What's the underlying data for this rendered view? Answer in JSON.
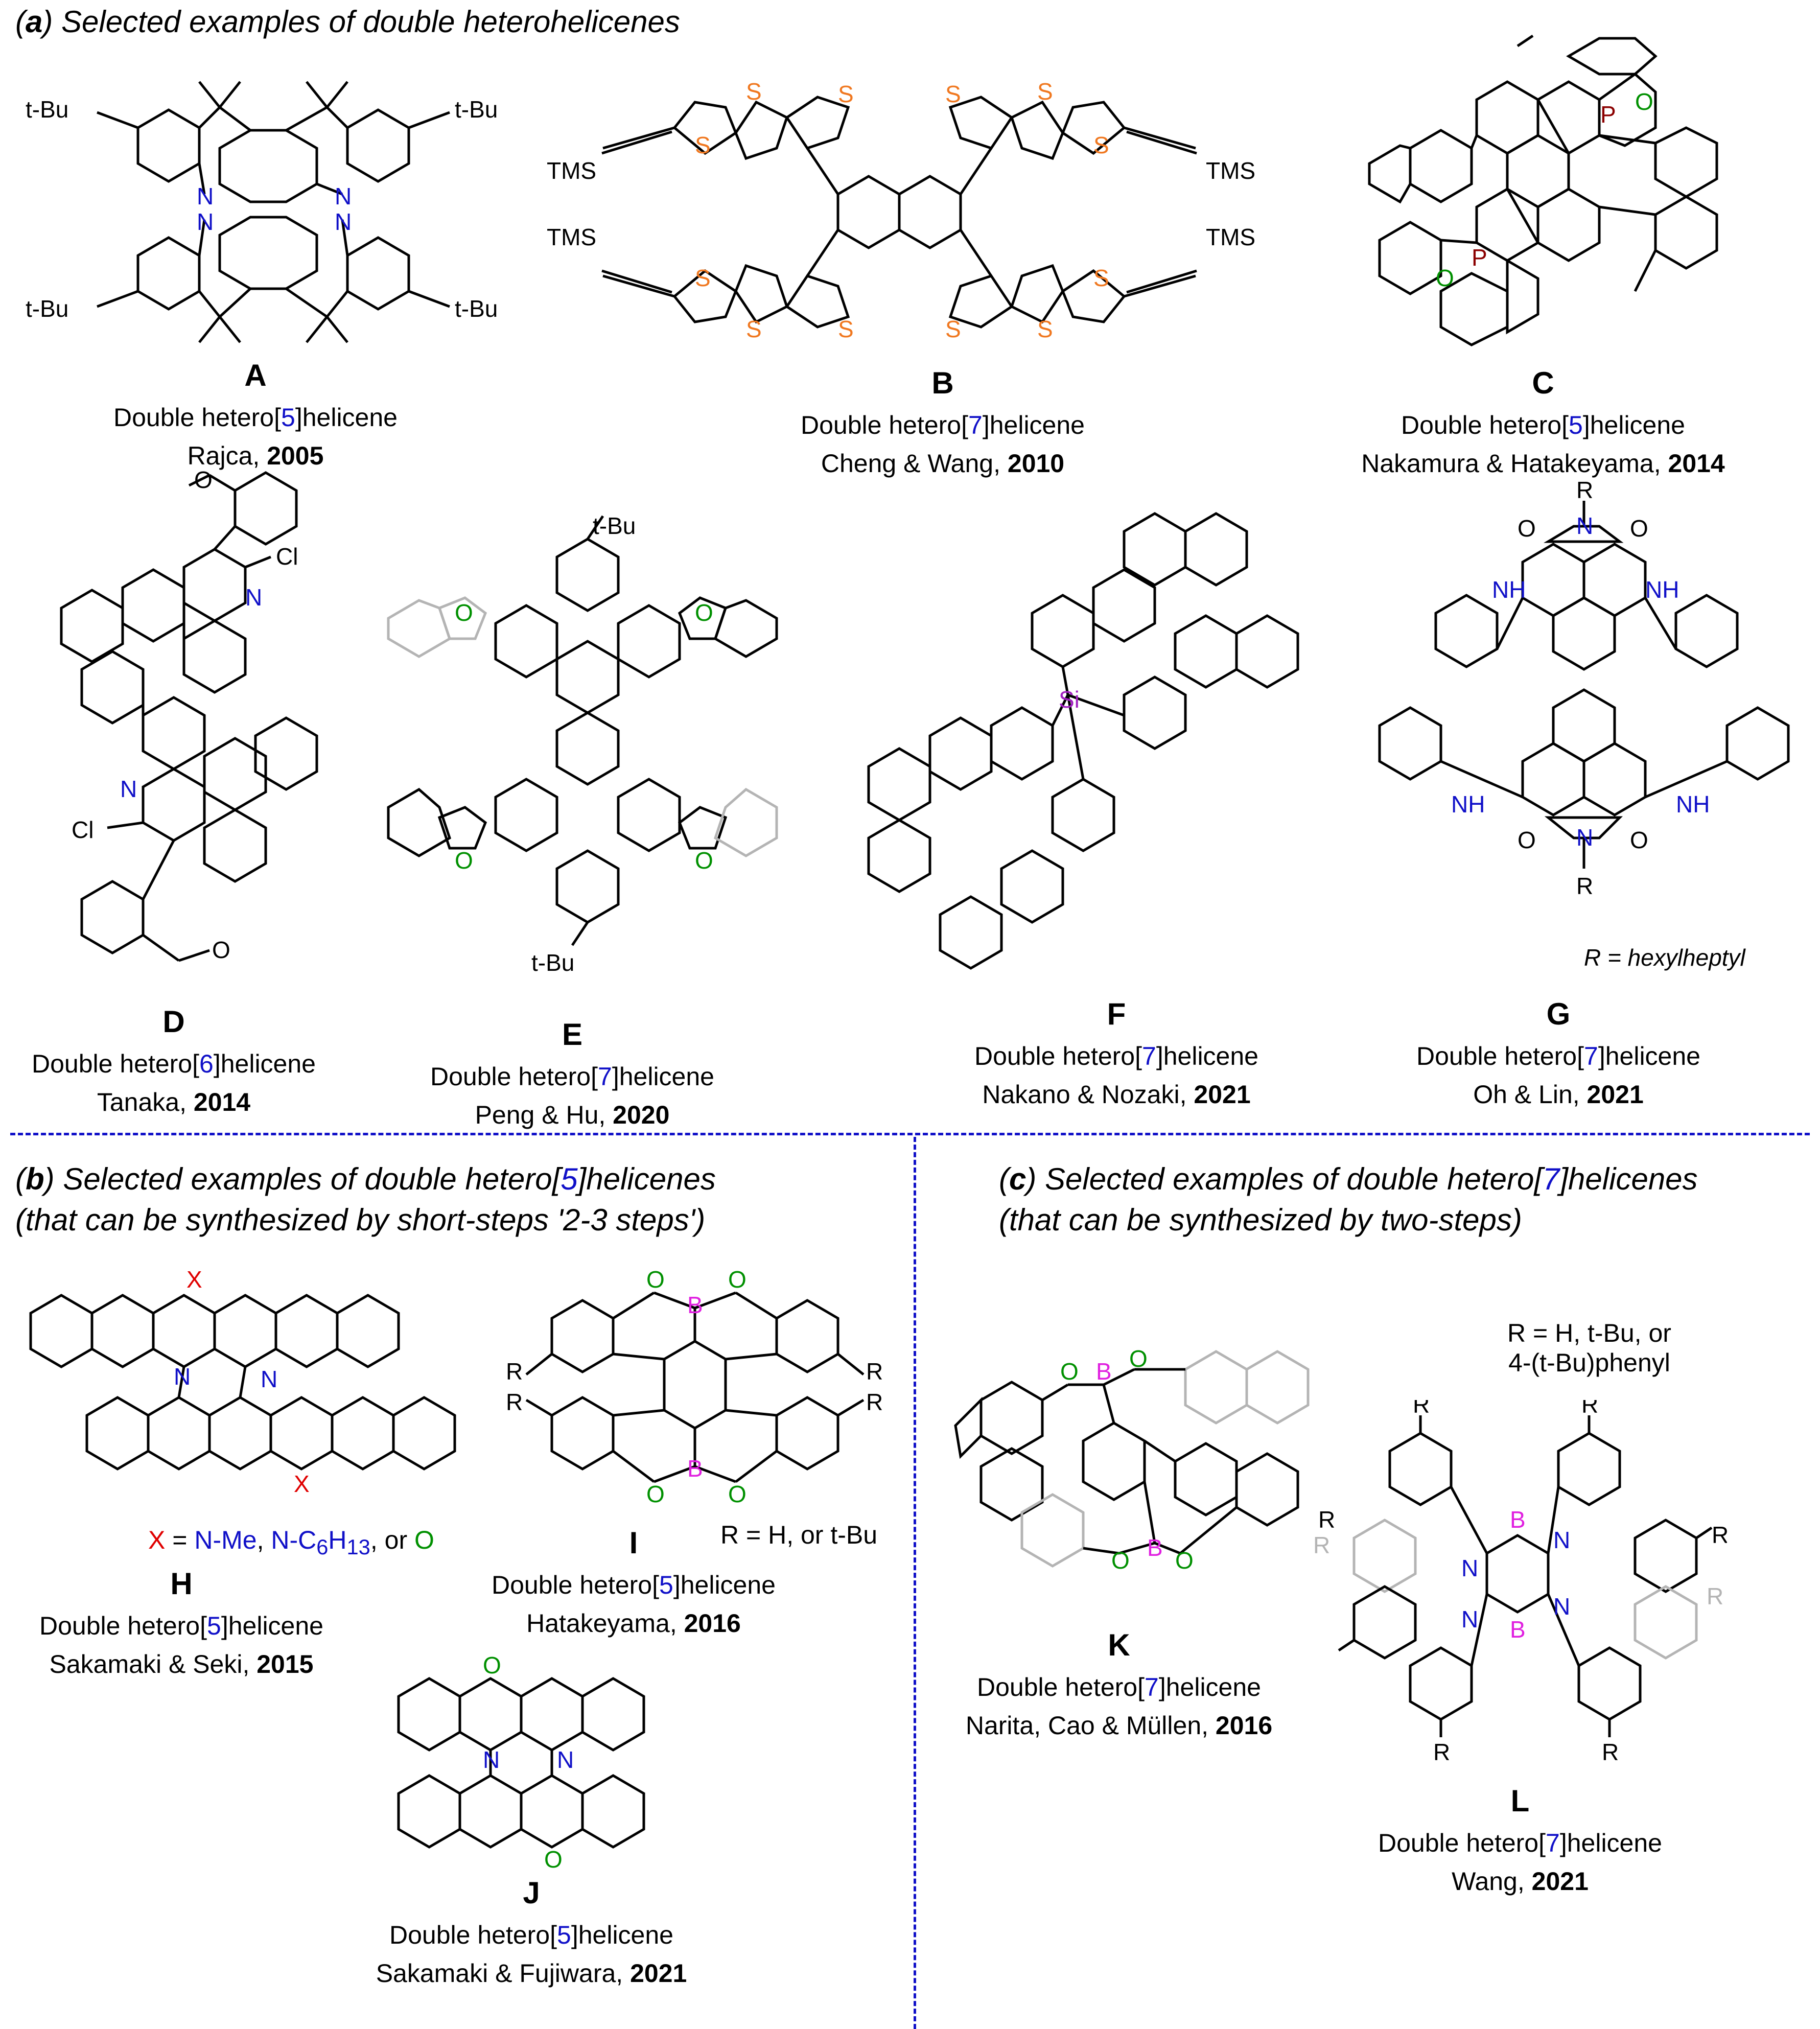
{
  "sections": {
    "a": {
      "letter": "a",
      "title": " Selected examples of double heterohelicenes"
    },
    "b": {
      "letter": "b",
      "title_pre": " Selected examples of double hetero[",
      "num": "5",
      "title_post": "]helicenes",
      "subtitle": "(that can be synthesized by short-steps '2-3 steps')"
    },
    "c": {
      "letter": "c",
      "title_pre": " Selected examples of double hetero[",
      "num": "7",
      "title_post": "]helicenes",
      "subtitle": "(that can be synthesized by two-steps)"
    }
  },
  "compounds": [
    {
      "id": "A",
      "pre": "Double hetero[",
      "n": "5",
      "post": "]helicene",
      "author": "Rajca, ",
      "year": "2005",
      "atoms": [
        "t-Bu",
        "t-Bu",
        "t-Bu",
        "t-Bu",
        "N",
        "N",
        "N",
        "N"
      ]
    },
    {
      "id": "B",
      "pre": "Double hetero[",
      "n": "7",
      "post": "]helicene",
      "author": "Cheng & Wang, ",
      "year": "2010",
      "atoms": [
        "TMS",
        "TMS",
        "TMS",
        "TMS",
        "S"
      ]
    },
    {
      "id": "C",
      "pre": "Double hetero[",
      "n": "5",
      "post": "]helicene",
      "author": "Nakamura & Hatakeyama, ",
      "year": "2014",
      "atoms": [
        "P",
        "P",
        "O",
        "O"
      ]
    },
    {
      "id": "D",
      "pre": "Double hetero[",
      "n": "6",
      "post": "]helicene",
      "author": "Tanaka, ",
      "year": "2014",
      "atoms": [
        "Cl",
        "Cl",
        "N",
        "N",
        "O",
        "O"
      ]
    },
    {
      "id": "E",
      "pre": "Double hetero[",
      "n": "7",
      "post": "]helicene",
      "author": "Peng & Hu, ",
      "year": "2020",
      "atoms": [
        "t-Bu",
        "t-Bu",
        "O",
        "O",
        "O",
        "O"
      ]
    },
    {
      "id": "F",
      "pre": "Double hetero[",
      "n": "7",
      "post": "]helicene",
      "author": "Nakano & Nozaki, ",
      "year": "2021",
      "atoms": [
        "Si"
      ]
    },
    {
      "id": "G",
      "pre": "Double hetero[",
      "n": "7",
      "post": "]helicene",
      "author": "Oh & Lin, ",
      "year": "2021",
      "atoms": [
        "R",
        "R",
        "N",
        "N",
        "O",
        "O",
        "O",
        "O",
        "NH",
        "NH"
      ],
      "note": "R = hexylheptyl"
    },
    {
      "id": "H",
      "pre": "Double hetero[",
      "n": "5",
      "post": "]helicene",
      "author": "Sakamaki & Seki, ",
      "year": "2015",
      "atoms": [
        "X",
        "X",
        "N",
        "N"
      ]
    },
    {
      "id": "I",
      "pre": "Double hetero[",
      "n": "5",
      "post": "]helicene",
      "author": "Hatakeyama, ",
      "year": "2016",
      "atoms": [
        "B",
        "B",
        "O",
        "R"
      ],
      "note": "R = H, or t-Bu"
    },
    {
      "id": "J",
      "pre": "Double hetero[",
      "n": "5",
      "post": "]helicene",
      "author": "Sakamaki & Fujiwara, ",
      "year": "2021",
      "atoms": [
        "N",
        "N",
        "O",
        "O"
      ]
    },
    {
      "id": "K",
      "pre": "Double hetero[",
      "n": "7",
      "post": "]helicene",
      "author": "Narita, Cao & Müllen, ",
      "year": "2016",
      "atoms": [
        "B",
        "B",
        "O"
      ]
    },
    {
      "id": "L",
      "pre": "Double hetero[",
      "n": "7",
      "post": "]helicene",
      "author": "Wang, ",
      "year": "2021",
      "atoms": [
        "B",
        "B",
        "N",
        "R"
      ],
      "note_l1": "R = H, t-Bu, or",
      "note_l2": "4-(t-Bu)phenyl"
    }
  ],
  "h_note": {
    "x": "X",
    "eq": " = ",
    "opt1": "N-Me",
    "opt2": "N-C",
    "sub6": "6",
    "h": "H",
    "sub13": "13",
    "or": ", or ",
    "o": "O"
  },
  "colors": {
    "nitrogen": "#1010c8",
    "sulfur": "#f07820",
    "oxygen": "#009000",
    "phosphorus": "#8b0000",
    "silicon": "#a020c0",
    "boron": "#e020e0",
    "x": "#e00000",
    "grey": "#b4b4b4"
  }
}
